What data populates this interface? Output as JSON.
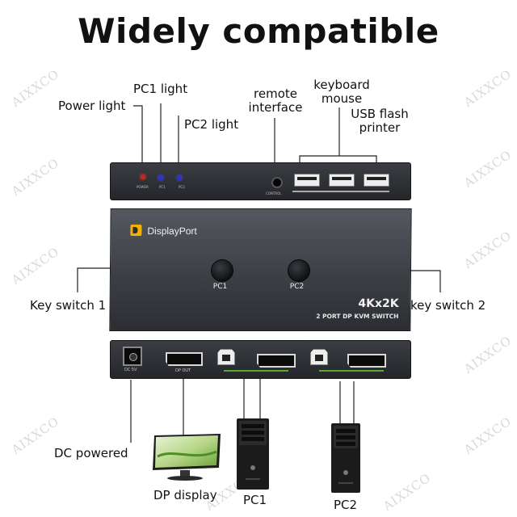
{
  "title": "Widely compatible",
  "watermark": "AIXXCO",
  "labels": {
    "power_light": "Power light",
    "pc1_light": "PC1 light",
    "pc2_light": "PC2 light",
    "remote_line1": "remote",
    "remote_line2": "interface",
    "keyboard": "keyboard",
    "mouse": "mouse",
    "usb_flash": "USB flash",
    "printer": "printer",
    "key_switch_1": "Key switch 1",
    "key_switch_2": "key switch 2",
    "dc_powered": "DC powered",
    "dp_display": "DP display",
    "pc1": "PC1",
    "pc2": "PC2"
  },
  "device": {
    "brand": "DisplayPort",
    "button1": "PC1",
    "button2": "PC2",
    "model_big": "4Kx2K",
    "model_small": "2 PORT DP KVM SWITCH",
    "front": {
      "power": "POWER",
      "pc1": "PC1",
      "pc2": "PC2",
      "control": "CONTROL"
    },
    "back": {
      "dc": "DC 5V",
      "dp_out": "DP OUT"
    }
  },
  "colors": {
    "power_led": "#d62020",
    "pc_led": "#2a2fd8",
    "accent_green": "#5aa832",
    "dp_logo": "#f0b400"
  }
}
